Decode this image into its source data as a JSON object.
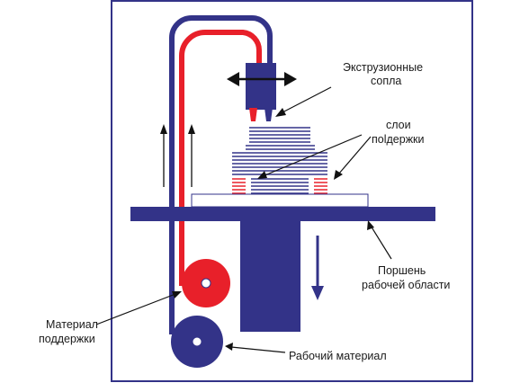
{
  "labels": {
    "nozzles_line1": "Экструзионные",
    "nozzles_line2": "сопла",
    "layers_line1": "слои",
    "layers_line2": "поlдержки",
    "piston_line1": "Поршень",
    "piston_line2": "рабочей области",
    "support_line1": "Материал",
    "support_line2": "поддержки",
    "build_material": "Рабочий материал"
  },
  "colors": {
    "frame": "#333388",
    "build": "#333388",
    "support": "#e8202a",
    "arrow": "#111111"
  }
}
